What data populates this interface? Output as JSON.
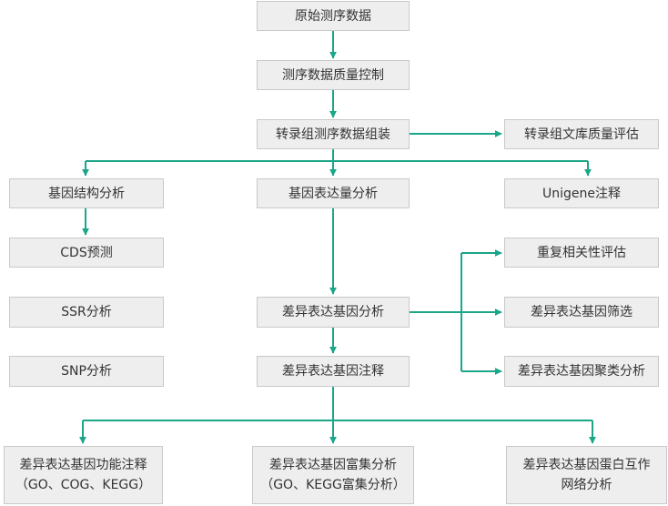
{
  "colors": {
    "connector": "#1aa687",
    "box_fill": "#eeeeee",
    "box_border": "#c9c9c9",
    "text": "#333333"
  },
  "nodes": {
    "raw_data": {
      "lines": [
        "原始测序数据"
      ]
    },
    "qc": {
      "lines": [
        "测序数据质量控制"
      ]
    },
    "assembly": {
      "lines": [
        "转录组测序数据组装"
      ]
    },
    "library_eval": {
      "lines": [
        "转录组文库质量评估"
      ]
    },
    "gene_structure": {
      "lines": [
        "基因结构分析"
      ]
    },
    "expression": {
      "lines": [
        "基因表达量分析"
      ]
    },
    "unigene": {
      "lines": [
        "Unigene注释"
      ]
    },
    "cds": {
      "lines": [
        "CDS预测"
      ]
    },
    "ssr": {
      "lines": [
        "SSR分析"
      ]
    },
    "snp": {
      "lines": [
        "SNP分析"
      ]
    },
    "repeat_corr": {
      "lines": [
        "重复相关性评估"
      ]
    },
    "deg_analysis": {
      "lines": [
        "差异表达基因分析"
      ]
    },
    "deg_screen": {
      "lines": [
        "差异表达基因筛选"
      ]
    },
    "deg_annot": {
      "lines": [
        "差异表达基因注释"
      ]
    },
    "deg_cluster": {
      "lines": [
        "差异表达基因聚类分析"
      ]
    },
    "func_annot": {
      "lines": [
        "差异表达基因功能注释",
        "（GO、COG、KEGG）"
      ]
    },
    "enrichment": {
      "lines": [
        "差异表达基因富集分析",
        "（GO、KEGG富集分析）"
      ]
    },
    "ppi": {
      "lines": [
        "差异表达基因蛋白互作",
        "网络分析"
      ]
    }
  }
}
